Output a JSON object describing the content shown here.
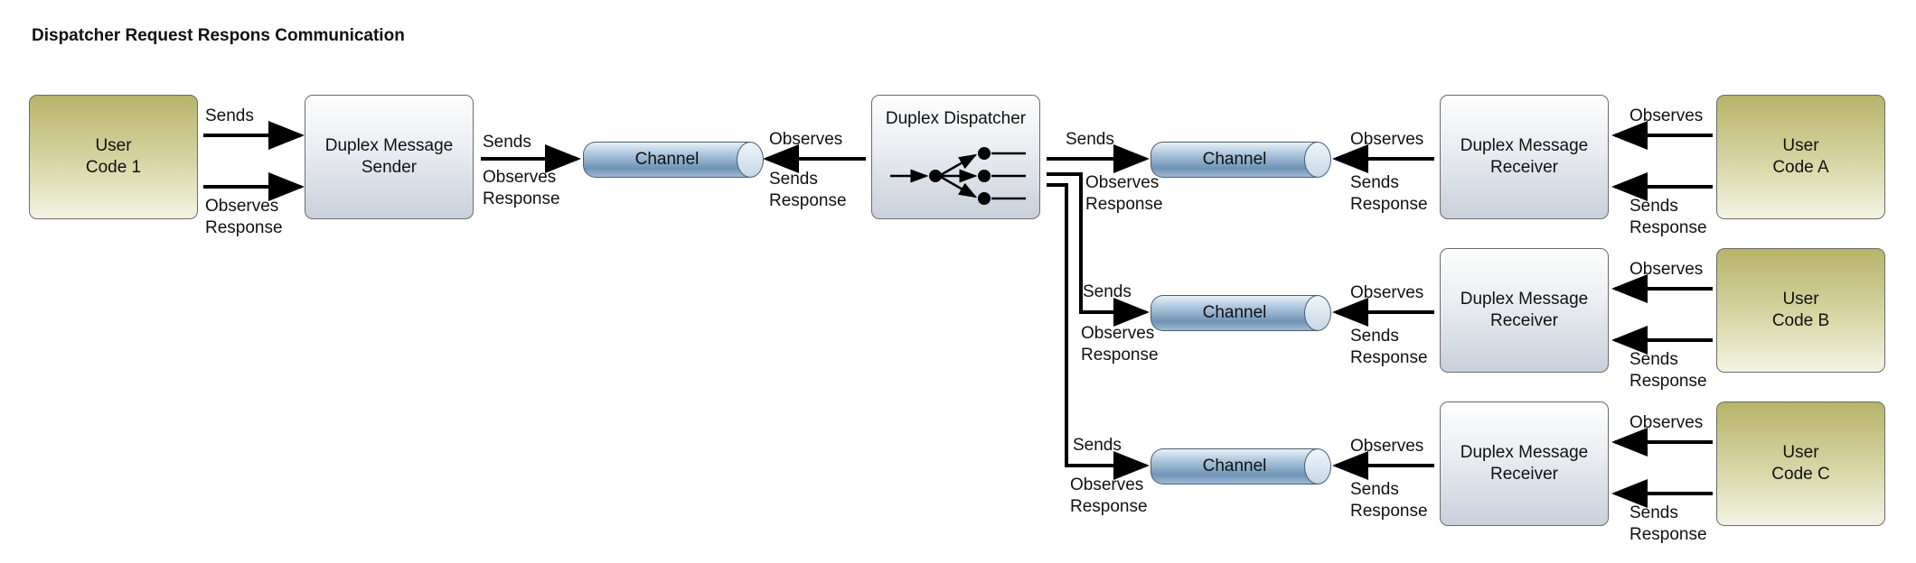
{
  "title": "Dispatcher Request Respons Communication",
  "nodes": {
    "user_code_1": "User\nCode 1",
    "sender": "Duplex Message\nSender",
    "dispatcher": "Duplex Dispatcher",
    "receiver_a": "Duplex Message\nReceiver",
    "receiver_b": "Duplex Message\nReceiver",
    "receiver_c": "Duplex Message\nReceiver",
    "user_code_a": "User\nCode A",
    "user_code_b": "User\nCode B",
    "user_code_c": "User\nCode C"
  },
  "channels": [
    "Channel",
    "Channel",
    "Channel",
    "Channel"
  ],
  "labels": {
    "u1_sends": "Sends",
    "u1_observes": "Observes\nResponse",
    "sender_sends": "Sends",
    "sender_observes": "Observes\nResponse",
    "disp_observes": "Observes",
    "disp_sends_response": "Sends\nResponse",
    "da_sends": "Sends",
    "da_observes": "Observes\nResponse",
    "db_sends": "Sends",
    "db_observes": "Observes\nResponse",
    "dc_sends": "Sends",
    "dc_observes": "Observes\nResponse",
    "ra_observes": "Observes",
    "ra_sends_response": "Sends\nResponse",
    "rb_observes": "Observes",
    "rb_sends_response": "Sends\nResponse",
    "rc_observes": "Observes",
    "rc_sends_response": "Sends\nResponse",
    "ua_observes": "Observes",
    "ua_sends_response": "Sends\nResponse",
    "ub_observes": "Observes",
    "ub_sends_response": "Sends\nResponse",
    "uc_observes": "Observes",
    "uc_sends_response": "Sends\nResponse"
  }
}
